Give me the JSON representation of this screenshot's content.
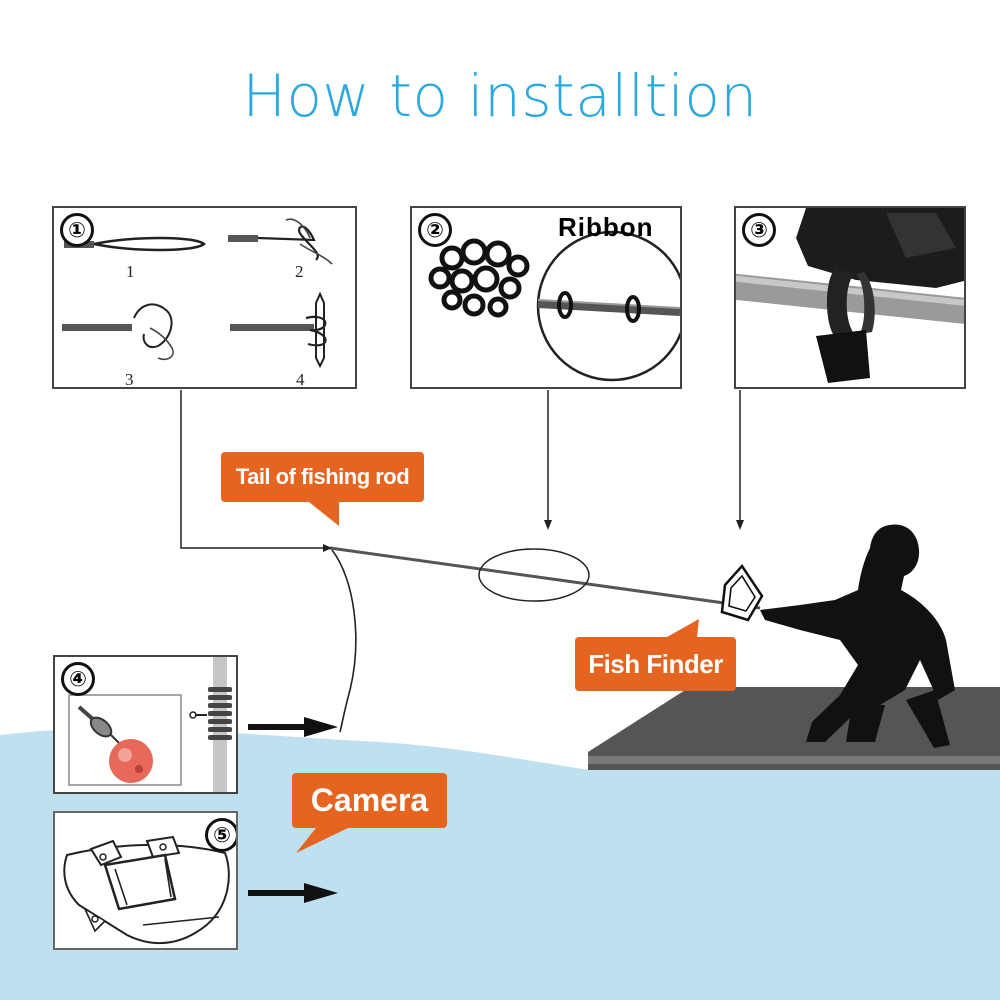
{
  "title": "How to installtion",
  "colors": {
    "title": "#29a9df",
    "callout": "#e5641f",
    "water": "#bfe1ef",
    "dock": "#555555",
    "silhouette": "#111111"
  },
  "panels": [
    {
      "number": "①",
      "sub_labels": [
        "1",
        "2",
        "3",
        "4"
      ]
    },
    {
      "number": "②",
      "label": "Ribbon"
    },
    {
      "number": "③"
    },
    {
      "number": "④"
    },
    {
      "number": "⑤"
    }
  ],
  "callouts": {
    "tail_of_rod": "Tail of fishing rod",
    "fish_finder": "Fish Finder",
    "camera": "Camera"
  }
}
